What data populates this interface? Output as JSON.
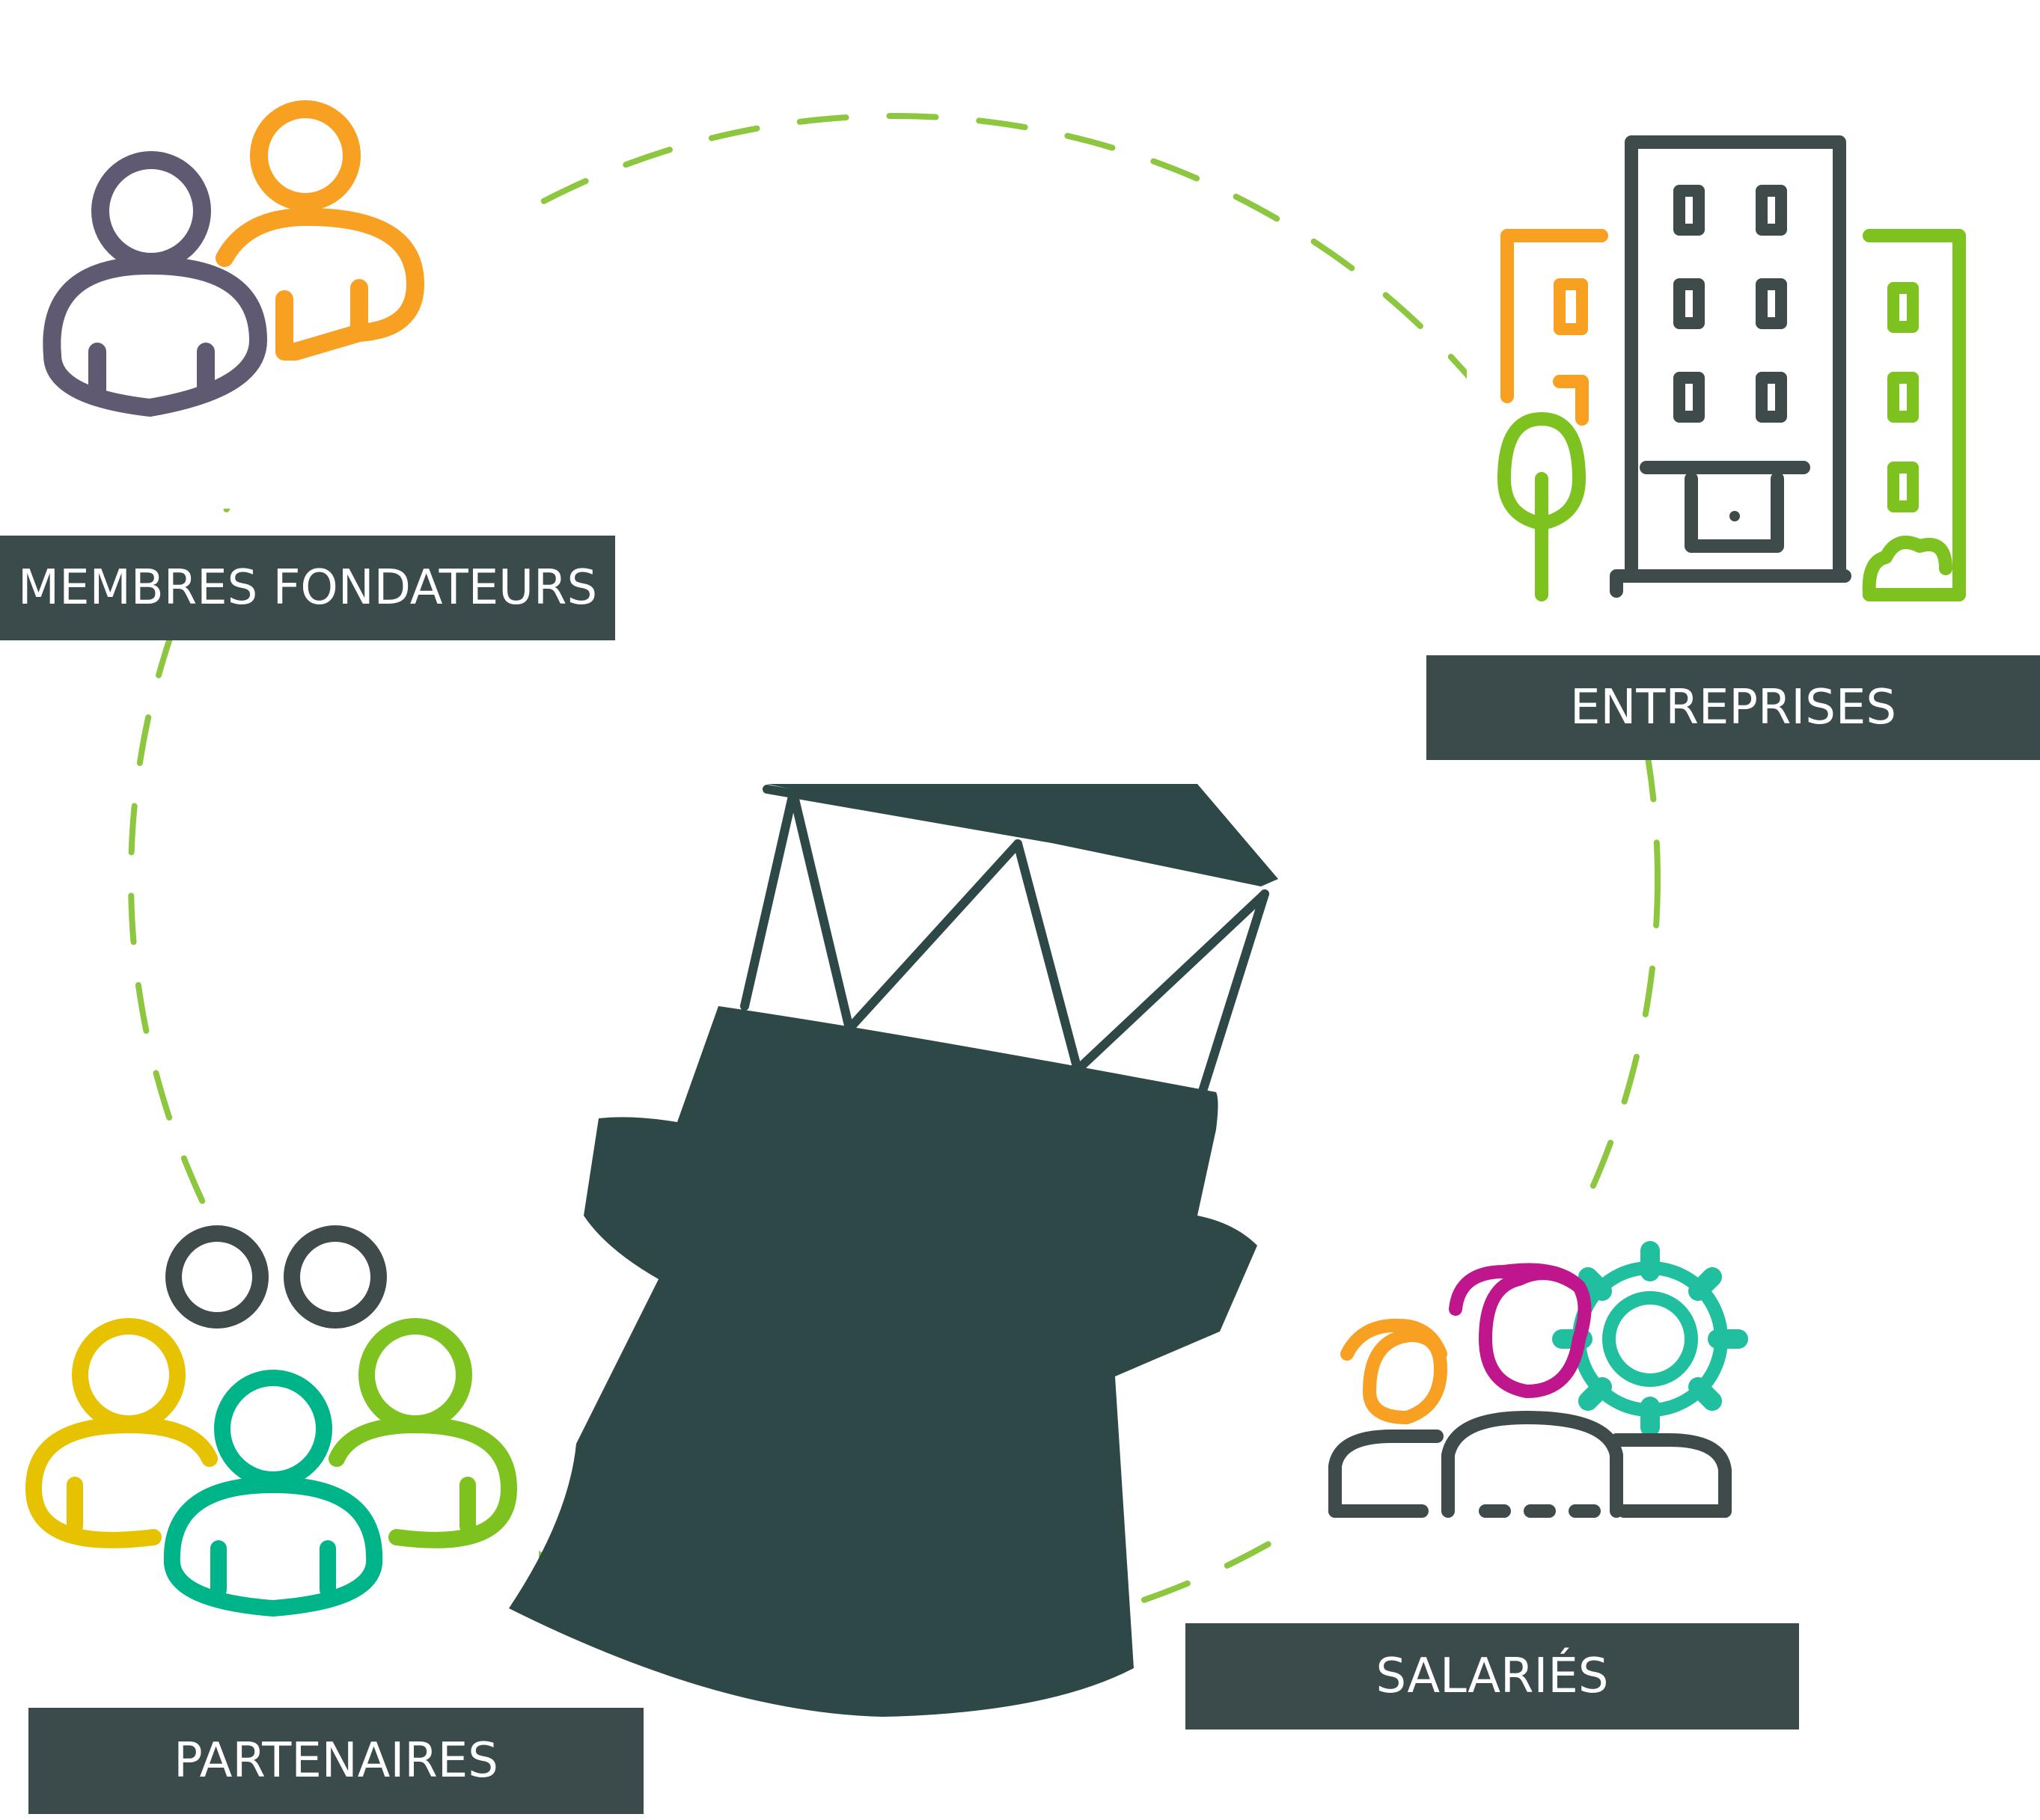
{
  "labels": {
    "membres_fondateurs": "MEMBRES FONDATEURS",
    "entreprises": "ENTREPRISES",
    "salaries": "SALARIÉS",
    "partenaires": "PARTENAIRES"
  },
  "colors": {
    "label_bg": "#3b4a4a",
    "label_text": "#ffffff",
    "dashed_circle": "#8dc63f",
    "lighthouse": "#2e4747",
    "dark_gray": "#3f4b4b",
    "purple": "#5f5a72",
    "orange": "#f7a021",
    "lime": "#7dc21e",
    "yellow": "#e6c200",
    "teal": "#00b48a",
    "magenta": "#c0168d",
    "mint": "#1fbf9f"
  },
  "icons": {
    "membres": "two-people-icon",
    "entreprises": "office-buildings-icon",
    "salaries": "employees-gear-icon",
    "partenaires": "group-people-icon",
    "center": "lighthouse-icon"
  }
}
